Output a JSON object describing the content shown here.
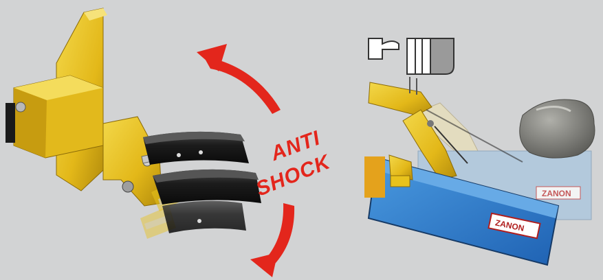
{
  "illustration": {
    "label_line1": "ANTI",
    "label_line2": "SHOCK",
    "brand_mark": "ZANON",
    "colors": {
      "background": "#d2d3d4",
      "bracket_yellow": "#e8c21c",
      "bracket_shadow": "#b8910e",
      "rubber_black": "#1c1c1c",
      "arrow_red": "#e3261c",
      "mower_blue": "#2f7fd0",
      "mower_blue_ghost": "#9fc0dc",
      "rock_grey": "#7d7d78"
    }
  }
}
